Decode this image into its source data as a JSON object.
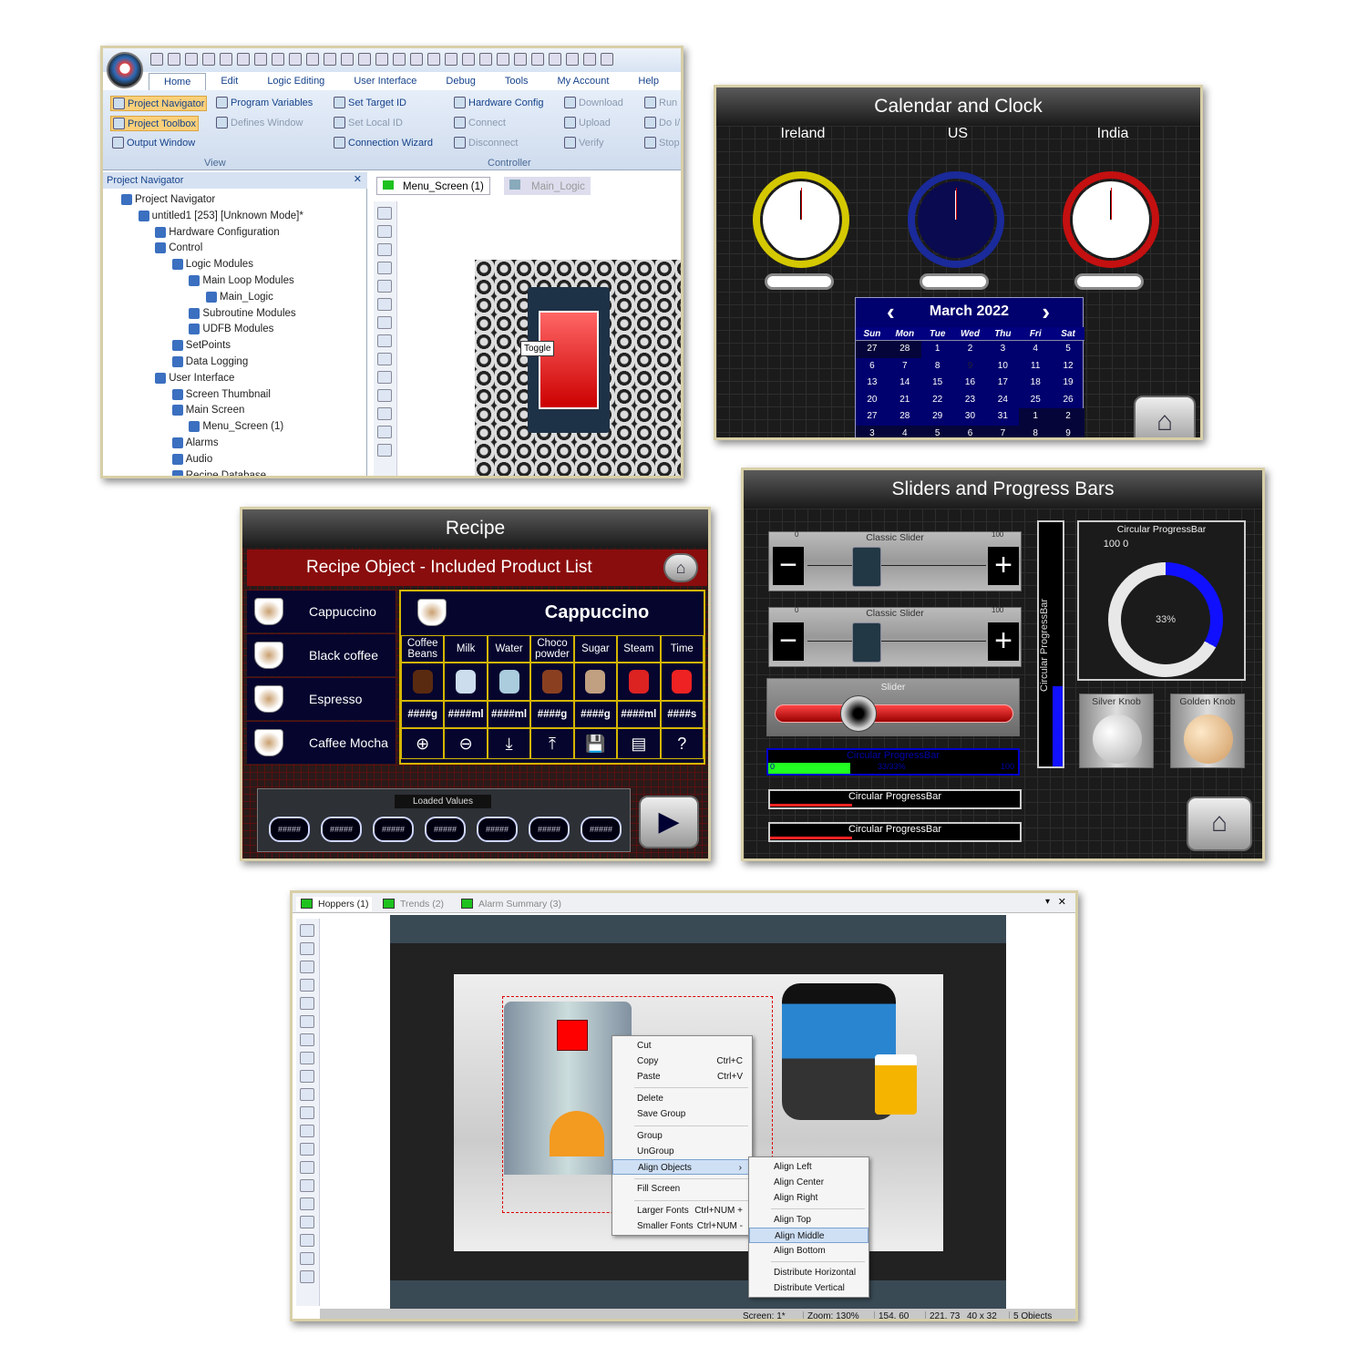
{
  "ide": {
    "menu_tabs": [
      "Home",
      "Edit",
      "Logic Editing",
      "User Interface",
      "Debug",
      "Tools",
      "My Account",
      "Help"
    ],
    "view_group": {
      "label": "View",
      "buttons": [
        "Project Navigator",
        "Program Variables",
        "Project Toolbox",
        "Defines Window",
        "Output Window"
      ]
    },
    "controller_group": {
      "label": "Controller",
      "buttons": [
        "Set Target  ID",
        "Hardware Config",
        "Download",
        "Run",
        "Set Local  ID",
        "Connect",
        "Upload",
        "Do I/",
        "Connection Wizard",
        "Disconnect",
        "Verify",
        "Stop"
      ]
    },
    "navigator_title": "Project Navigator",
    "tree": [
      {
        "label": "Project Navigator",
        "level": 0
      },
      {
        "label": "untitled1 [253] [Unknown Mode]*",
        "level": 1
      },
      {
        "label": "Hardware Configuration",
        "level": 2
      },
      {
        "label": "Control",
        "level": 2
      },
      {
        "label": "Logic Modules",
        "level": 3
      },
      {
        "label": "Main Loop Modules",
        "level": 4
      },
      {
        "label": "Main_Logic",
        "level": 5
      },
      {
        "label": "Subroutine Modules",
        "level": 4
      },
      {
        "label": "UDFB Modules",
        "level": 4
      },
      {
        "label": "SetPoints",
        "level": 3
      },
      {
        "label": "Data Logging",
        "level": 3
      },
      {
        "label": "User Interface",
        "level": 2
      },
      {
        "label": "Screen Thumbnail",
        "level": 3
      },
      {
        "label": "Main Screen",
        "level": 3
      },
      {
        "label": "Menu_Screen (1)",
        "level": 4
      },
      {
        "label": "Alarms",
        "level": 3
      },
      {
        "label": "Audio",
        "level": 3
      },
      {
        "label": "Recipe Database",
        "level": 3
      }
    ],
    "doc_tabs": [
      "Menu_Screen (1)",
      "Main_Logic"
    ],
    "toggle_label": "Toggle"
  },
  "calendar_panel": {
    "title": "Calendar and Clock",
    "clocks": [
      {
        "name": "Ireland",
        "ring": "#d4c800",
        "face": "#ffffff"
      },
      {
        "name": "US",
        "ring": "#1a2a9a",
        "face": "#0a0a50"
      },
      {
        "name": "India",
        "ring": "#c41010",
        "face": "#ffffff"
      }
    ],
    "month": "March 2022",
    "weekdays": [
      "Sun",
      "Mon",
      "Tue",
      "Wed",
      "Thu",
      "Fri",
      "Sat"
    ],
    "days": [
      "27",
      "28",
      "1",
      "2",
      "3",
      "4",
      "5",
      "6",
      "7",
      "8",
      "9",
      "10",
      "11",
      "12",
      "13",
      "14",
      "15",
      "16",
      "17",
      "18",
      "19",
      "20",
      "21",
      "22",
      "23",
      "24",
      "25",
      "26",
      "27",
      "28",
      "29",
      "30",
      "31",
      "1",
      "2",
      "3",
      "4",
      "5",
      "6",
      "7",
      "8",
      "9"
    ],
    "selected_day": "9"
  },
  "recipe": {
    "title": "Recipe",
    "subtitle": "Recipe Object - Included Product List",
    "products": [
      "Cappuccino",
      "Black coffee",
      "Espresso",
      "Caffee Mocha"
    ],
    "selected": "Cappuccino",
    "ingredients": [
      "Coffee Beans",
      "Milk",
      "Water",
      "Choco powder",
      "Sugar",
      "Steam",
      "Time"
    ],
    "values": [
      "####g",
      "####ml",
      "####ml",
      "####g",
      "####g",
      "####ml",
      "####s"
    ],
    "actions": [
      "add-icon",
      "remove-icon",
      "download-icon",
      "upload-icon",
      "save-icon",
      "document-icon",
      "help-icon"
    ],
    "loaded_label": "Loaded Values",
    "loaded_values": [
      "#####",
      "#####",
      "#####",
      "#####",
      "#####",
      "#####",
      "#####"
    ]
  },
  "sliders": {
    "title": "Sliders and Progress Bars",
    "classic_sliders": [
      {
        "label": "Classic Slider",
        "min": "0",
        "max": "100",
        "value": 30
      },
      {
        "label": "Classic Slider",
        "min": "0",
        "max": "100",
        "value": 30
      }
    ],
    "slider": {
      "label": "Slider",
      "value": 35
    },
    "vertical_bar": {
      "label": "Circular ProgressBar",
      "value": 33
    },
    "circular": {
      "label": "Circular ProgressBar",
      "range": "100  0",
      "percent_text": "33%",
      "value": 33
    },
    "knobs": [
      "Silver Knob",
      "Golden Knob"
    ],
    "blue_bar": {
      "label": "Circular ProgressBar",
      "min": "0",
      "max": "100",
      "value": 33,
      "text": "33/33%"
    },
    "red_bars": [
      {
        "label": "Circular ProgressBar",
        "value": 33
      },
      {
        "label": "Circular ProgressBar",
        "value": 33
      }
    ]
  },
  "editor": {
    "tabs": [
      "Hoppers (1)",
      "Trends (2)",
      "Alarm Summary (3)"
    ],
    "context_menu": [
      {
        "label": "Cut",
        "shortcut": ""
      },
      {
        "label": "Copy",
        "shortcut": "Ctrl+C"
      },
      {
        "label": "Paste",
        "shortcut": "Ctrl+V"
      },
      {
        "label": "Delete",
        "shortcut": ""
      },
      {
        "label": "Save Group",
        "shortcut": ""
      },
      {
        "label": "Group",
        "shortcut": ""
      },
      {
        "label": "UnGroup",
        "shortcut": ""
      },
      {
        "label": "Align Objects",
        "shortcut": "›"
      },
      {
        "label": "Fill Screen",
        "shortcut": ""
      },
      {
        "label": "Larger Fonts",
        "shortcut": "Ctrl+NUM +"
      },
      {
        "label": "Smaller Fonts",
        "shortcut": "Ctrl+NUM -"
      }
    ],
    "submenu": [
      "Align Left",
      "Align Center",
      "Align Right",
      "Align Top",
      "Align Middle",
      "Align Bottom",
      "Distribute Horizontal",
      "Distribute Vertical"
    ],
    "submenu_selected": "Align Middle",
    "status": {
      "screen": "Screen: 1*",
      "zoom": "Zoom: 130%",
      "cursor": "154, 60",
      "position": "221, 73",
      "size": "40 x 32",
      "objects": "5 Objects"
    }
  }
}
